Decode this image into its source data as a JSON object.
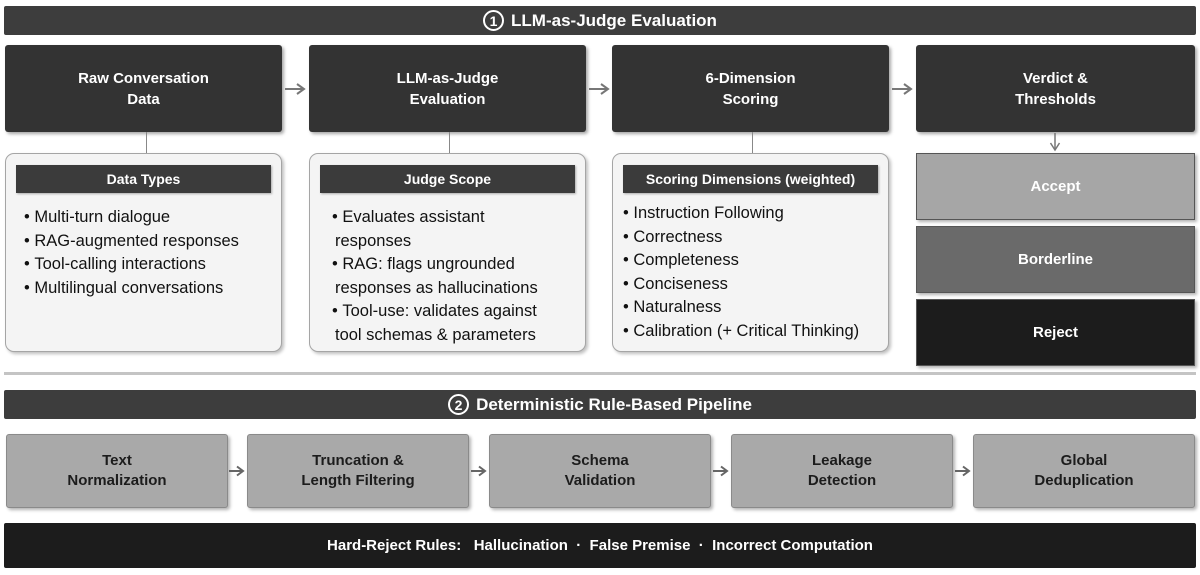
{
  "section1": {
    "number": "1",
    "title": "LLM-as-Judge Evaluation"
  },
  "stages": [
    {
      "label": "Raw Conversation\nData"
    },
    {
      "label": "LLM-as-Judge\nEvaluation"
    },
    {
      "label": "6-Dimension\nScoring"
    },
    {
      "label": "Verdict &\nThresholds"
    }
  ],
  "panels": {
    "data_types": {
      "title": "Data Types",
      "lines": [
        "Multi-turn dialogue",
        "RAG-augmented responses",
        "Tool-calling interactions",
        "Multilingual conversations"
      ]
    },
    "judge_scope": {
      "title": "Judge Scope",
      "lines": [
        "Evaluates assistant",
        "responses",
        "RAG: flags ungrounded",
        "responses as hallucinations",
        "Tool-use: validates against",
        "tool schemas & parameters"
      ]
    },
    "scoring": {
      "title": "Scoring Dimensions  (weighted)",
      "lines": [
        "Instruction Following",
        "Correctness",
        "Completeness",
        "Conciseness",
        "Naturalness",
        "Calibration  (+ Critical Thinking)"
      ]
    }
  },
  "verdicts": {
    "accept": "Accept",
    "borderline": "Borderline",
    "reject": "Reject"
  },
  "section2": {
    "number": "2",
    "title": "Deterministic Rule-Based Pipeline"
  },
  "pipeline": [
    {
      "label": "Text\nNormalization"
    },
    {
      "label": "Truncation &\nLength Filtering"
    },
    {
      "label": "Schema\nValidation"
    },
    {
      "label": "Leakage\nDetection"
    },
    {
      "label": "Global\nDeduplication"
    }
  ],
  "hard_reject": {
    "text": "Hard-Reject Rules:   Hallucination  ·  False Premise  ·  Incorrect Computation"
  },
  "colors": {
    "stage_box": "#333333",
    "banner": "#3d3d3d",
    "panel_bg": "#f4f4f4",
    "accept": "#a6a6a6",
    "borderline": "#6a6a6a",
    "reject": "#1c1c1c",
    "pipeline_box": "#a9a9a9",
    "arrow": "#777777"
  }
}
